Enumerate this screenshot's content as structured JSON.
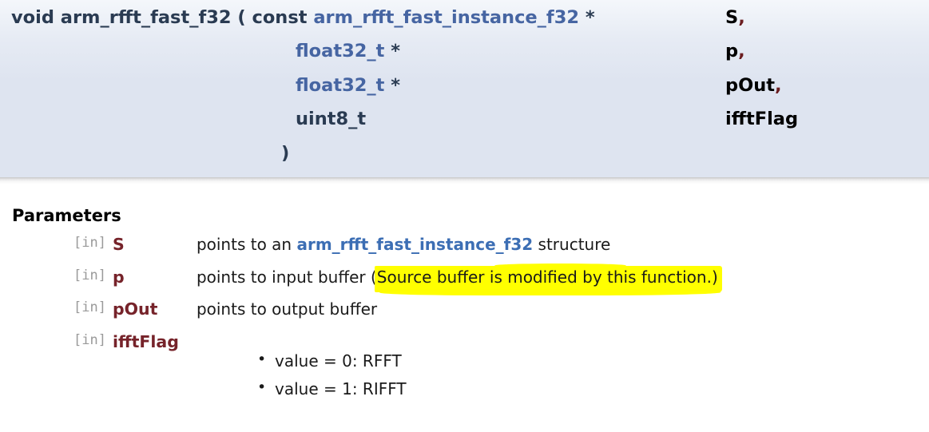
{
  "signature": {
    "return_type": "void ",
    "function_name": "arm_rfft_fast_f32",
    "open_paren": " ( ",
    "const_keyword": "const ",
    "close_paren": ")",
    "rows": [
      {
        "type_link": "arm_rfft_fast_instance_f32",
        "pointer": " * ",
        "param_name": "S",
        "comma": ","
      },
      {
        "type_link": "float32_t",
        "pointer": " *",
        "param_name": "p",
        "comma": ","
      },
      {
        "type_link": "float32_t",
        "pointer": " *",
        "param_name": "pOut",
        "comma": ","
      },
      {
        "type_plain": "uint8_t",
        "pointer": "",
        "param_name": "ifftFlag",
        "comma": ""
      }
    ]
  },
  "parameters": {
    "heading": "Parameters",
    "rows": [
      {
        "direction": "[in]",
        "name": "S",
        "desc_before": "points to an ",
        "desc_link": "arm_rfft_fast_instance_f32",
        "desc_after": " structure"
      },
      {
        "direction": "[in]",
        "name": "p",
        "desc_before": "points to input buffer (",
        "desc_highlight": "Source buffer is modified by this function.)",
        "desc_after": ""
      },
      {
        "direction": "[in]",
        "name": "pOut",
        "desc_before": "points to output buffer",
        "desc_after": ""
      },
      {
        "direction": "[in]",
        "name": "ifftFlag",
        "desc_before": "",
        "desc_after": ""
      }
    ],
    "ifft_values": [
      "value = 0: RFFT",
      "value = 1: RIFFT"
    ]
  },
  "colors": {
    "header_background": "#dee4f0",
    "type_link": "#4665a2",
    "type_plain": "#2a3b52",
    "param_name": "#76232a",
    "desc_link": "#3c6eb4",
    "highlight": "#ffff00",
    "comma": "#6b1d20"
  }
}
